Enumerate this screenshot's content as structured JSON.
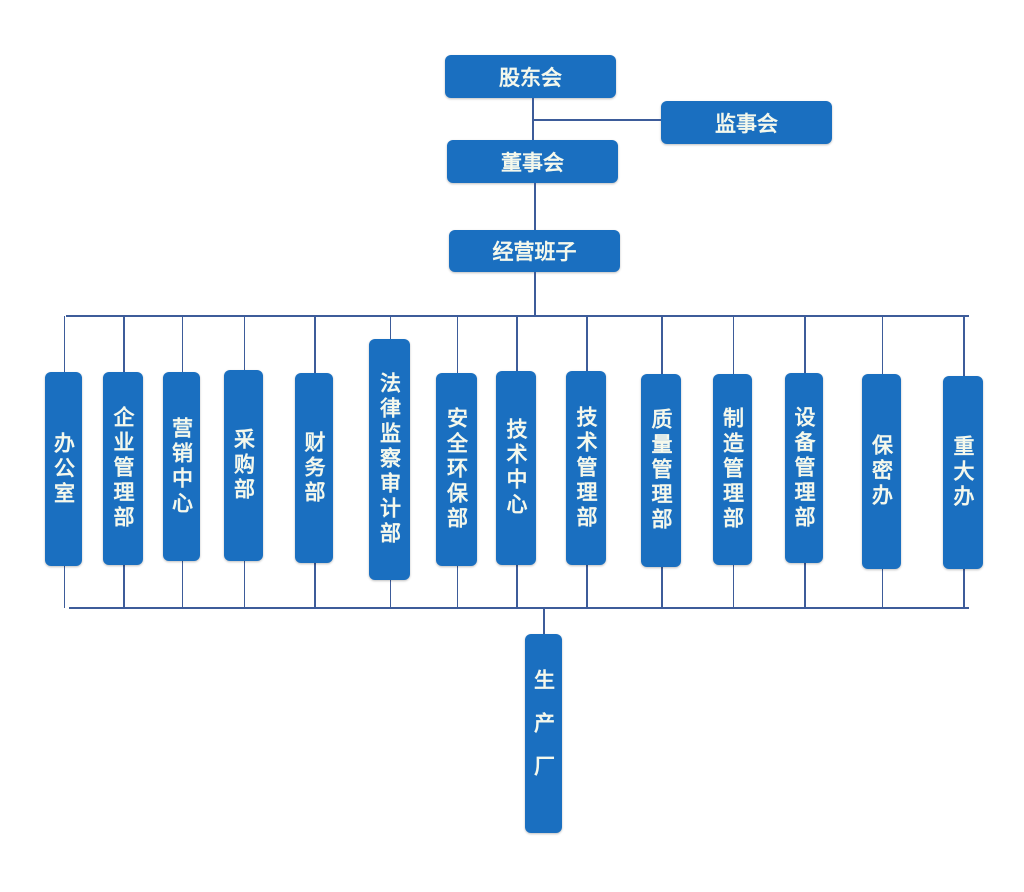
{
  "top": {
    "shareholders": "股东会",
    "supervisors": "监事会",
    "board": "董事会",
    "management": "经营班子"
  },
  "departments": [
    "办公室",
    "企业管理部",
    "营销中心",
    "采购部",
    "财务部",
    "法律监察审计部",
    "安全环保部",
    "技术中心",
    "技术管理部",
    "质量管理部",
    "制造管理部",
    "设备管理部",
    "保密办",
    "重大办"
  ],
  "production": "生产厂",
  "colors": {
    "box": "#1a6fc0",
    "line": "#3d5c9a"
  }
}
